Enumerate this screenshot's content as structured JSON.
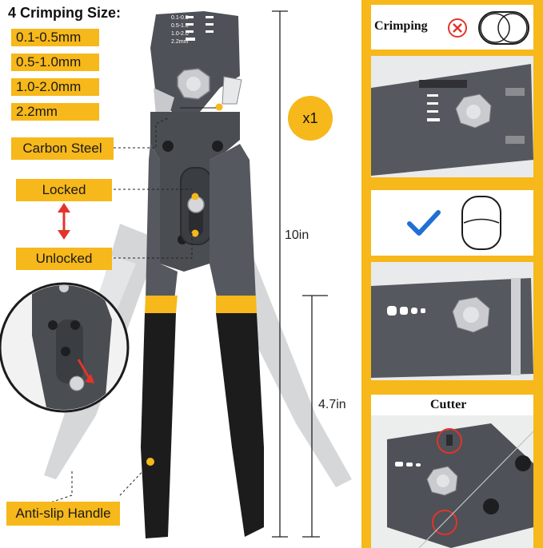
{
  "title": "4 Crimping Size:",
  "sizes": [
    {
      "label": "0.1-0.5mm"
    },
    {
      "label": "0.5-1.0mm"
    },
    {
      "label": "1.0-2.0mm"
    },
    {
      "label": "2.2mm"
    }
  ],
  "jaw_marks": [
    "0.1-0.5",
    "0.5-1.0",
    "1.0-2.0",
    "2.2mm"
  ],
  "material_label": "Carbon Steel",
  "lock_label": "Locked",
  "unlock_label": "Unlocked",
  "handle_label": "Anti-slip Handle",
  "quantity_badge": "x1",
  "length_total": "10in",
  "length_handle": "4.7in",
  "panels": {
    "crimping_title": "Crimping",
    "cutter_title": "Cutter"
  },
  "colors": {
    "accent_yellow": "#f6b81a",
    "tool_gray": "#4a4d52",
    "handle_black": "#1c1c1c",
    "wrong_red": "#e2342b",
    "check_blue": "#1f6fd6"
  },
  "icons": {
    "wrong": "circle-x-icon",
    "correct": "check-icon",
    "lock_arrow": "up-down-arrow-icon"
  }
}
